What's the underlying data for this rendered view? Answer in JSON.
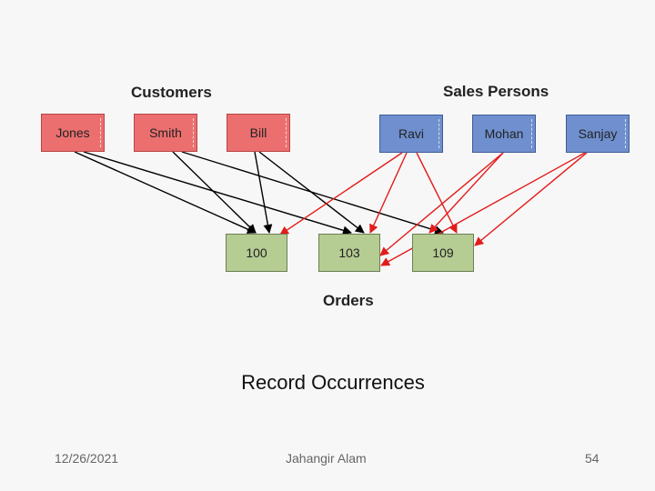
{
  "diagram": {
    "customers_heading": "Customers",
    "sales_heading": "Sales Persons",
    "orders_heading": "Orders",
    "customers": [
      "Jones",
      "Smith",
      "Bill"
    ],
    "sales_persons": [
      "Ravi",
      "Mohan",
      "Sanjay"
    ],
    "orders": [
      "100",
      "103",
      "109"
    ],
    "colors": {
      "customer": "#ec6f6f",
      "sales_person": "#6f8fce",
      "order": "#b5cc93",
      "customer_arrow": "#000000",
      "sales_arrow": "#e31b1b"
    }
  },
  "caption": "Record Occurrences",
  "footer": {
    "date": "12/26/2021",
    "author": "Jahangir Alam",
    "page": "54"
  }
}
